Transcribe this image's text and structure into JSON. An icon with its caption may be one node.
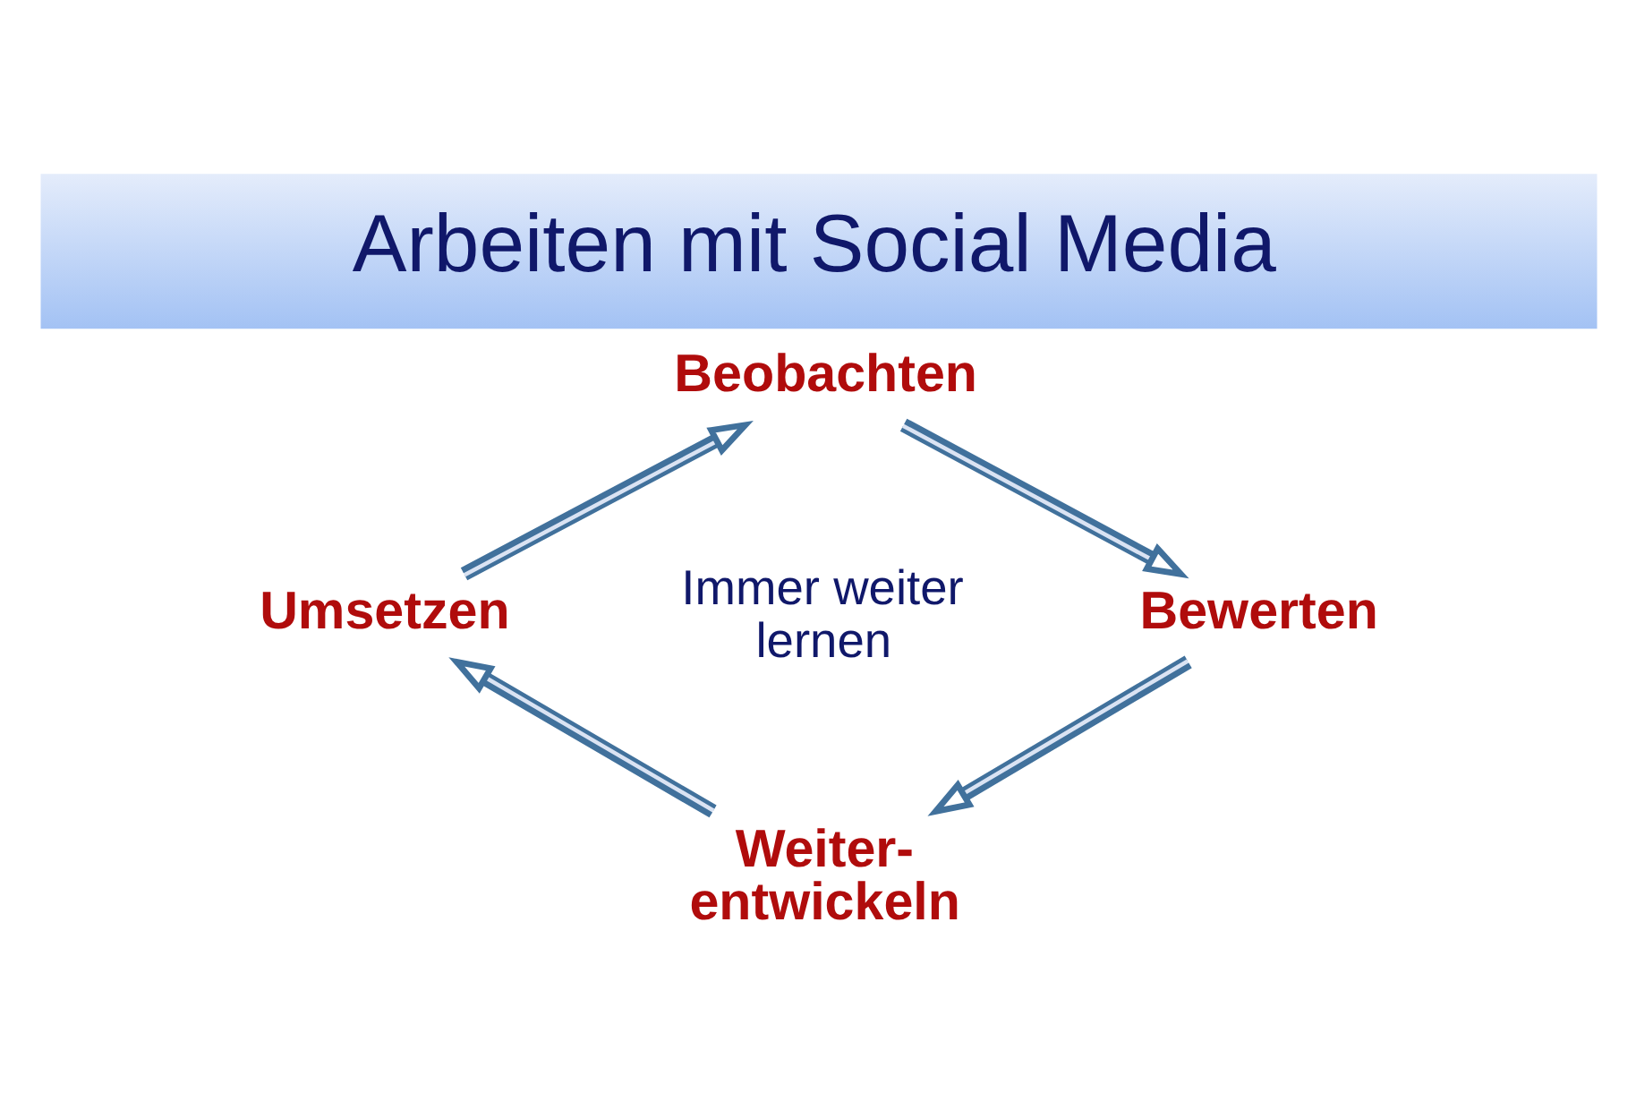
{
  "diagram": {
    "title": "Arbeiten mit Social Media",
    "nodes": [
      {
        "text": [
          "Beobachten"
        ]
      },
      {
        "text": [
          "Umsetzen"
        ]
      },
      {
        "text": [
          "Bewerten"
        ]
      },
      {
        "text": [
          "Weiter- entwickeln"
        ]
      }
    ],
    "edges": [
      {
        "from": 1,
        "to": 0,
        "arrow": "to"
      },
      {
        "from": 0,
        "to": 2,
        "arrow": "to"
      },
      {
        "from": 2,
        "to": 3,
        "arrow": "to"
      },
      {
        "from": 3,
        "to": 1,
        "arrow": "to"
      }
    ],
    "labels": [
      "Immer weiter lernen"
    ]
  }
}
